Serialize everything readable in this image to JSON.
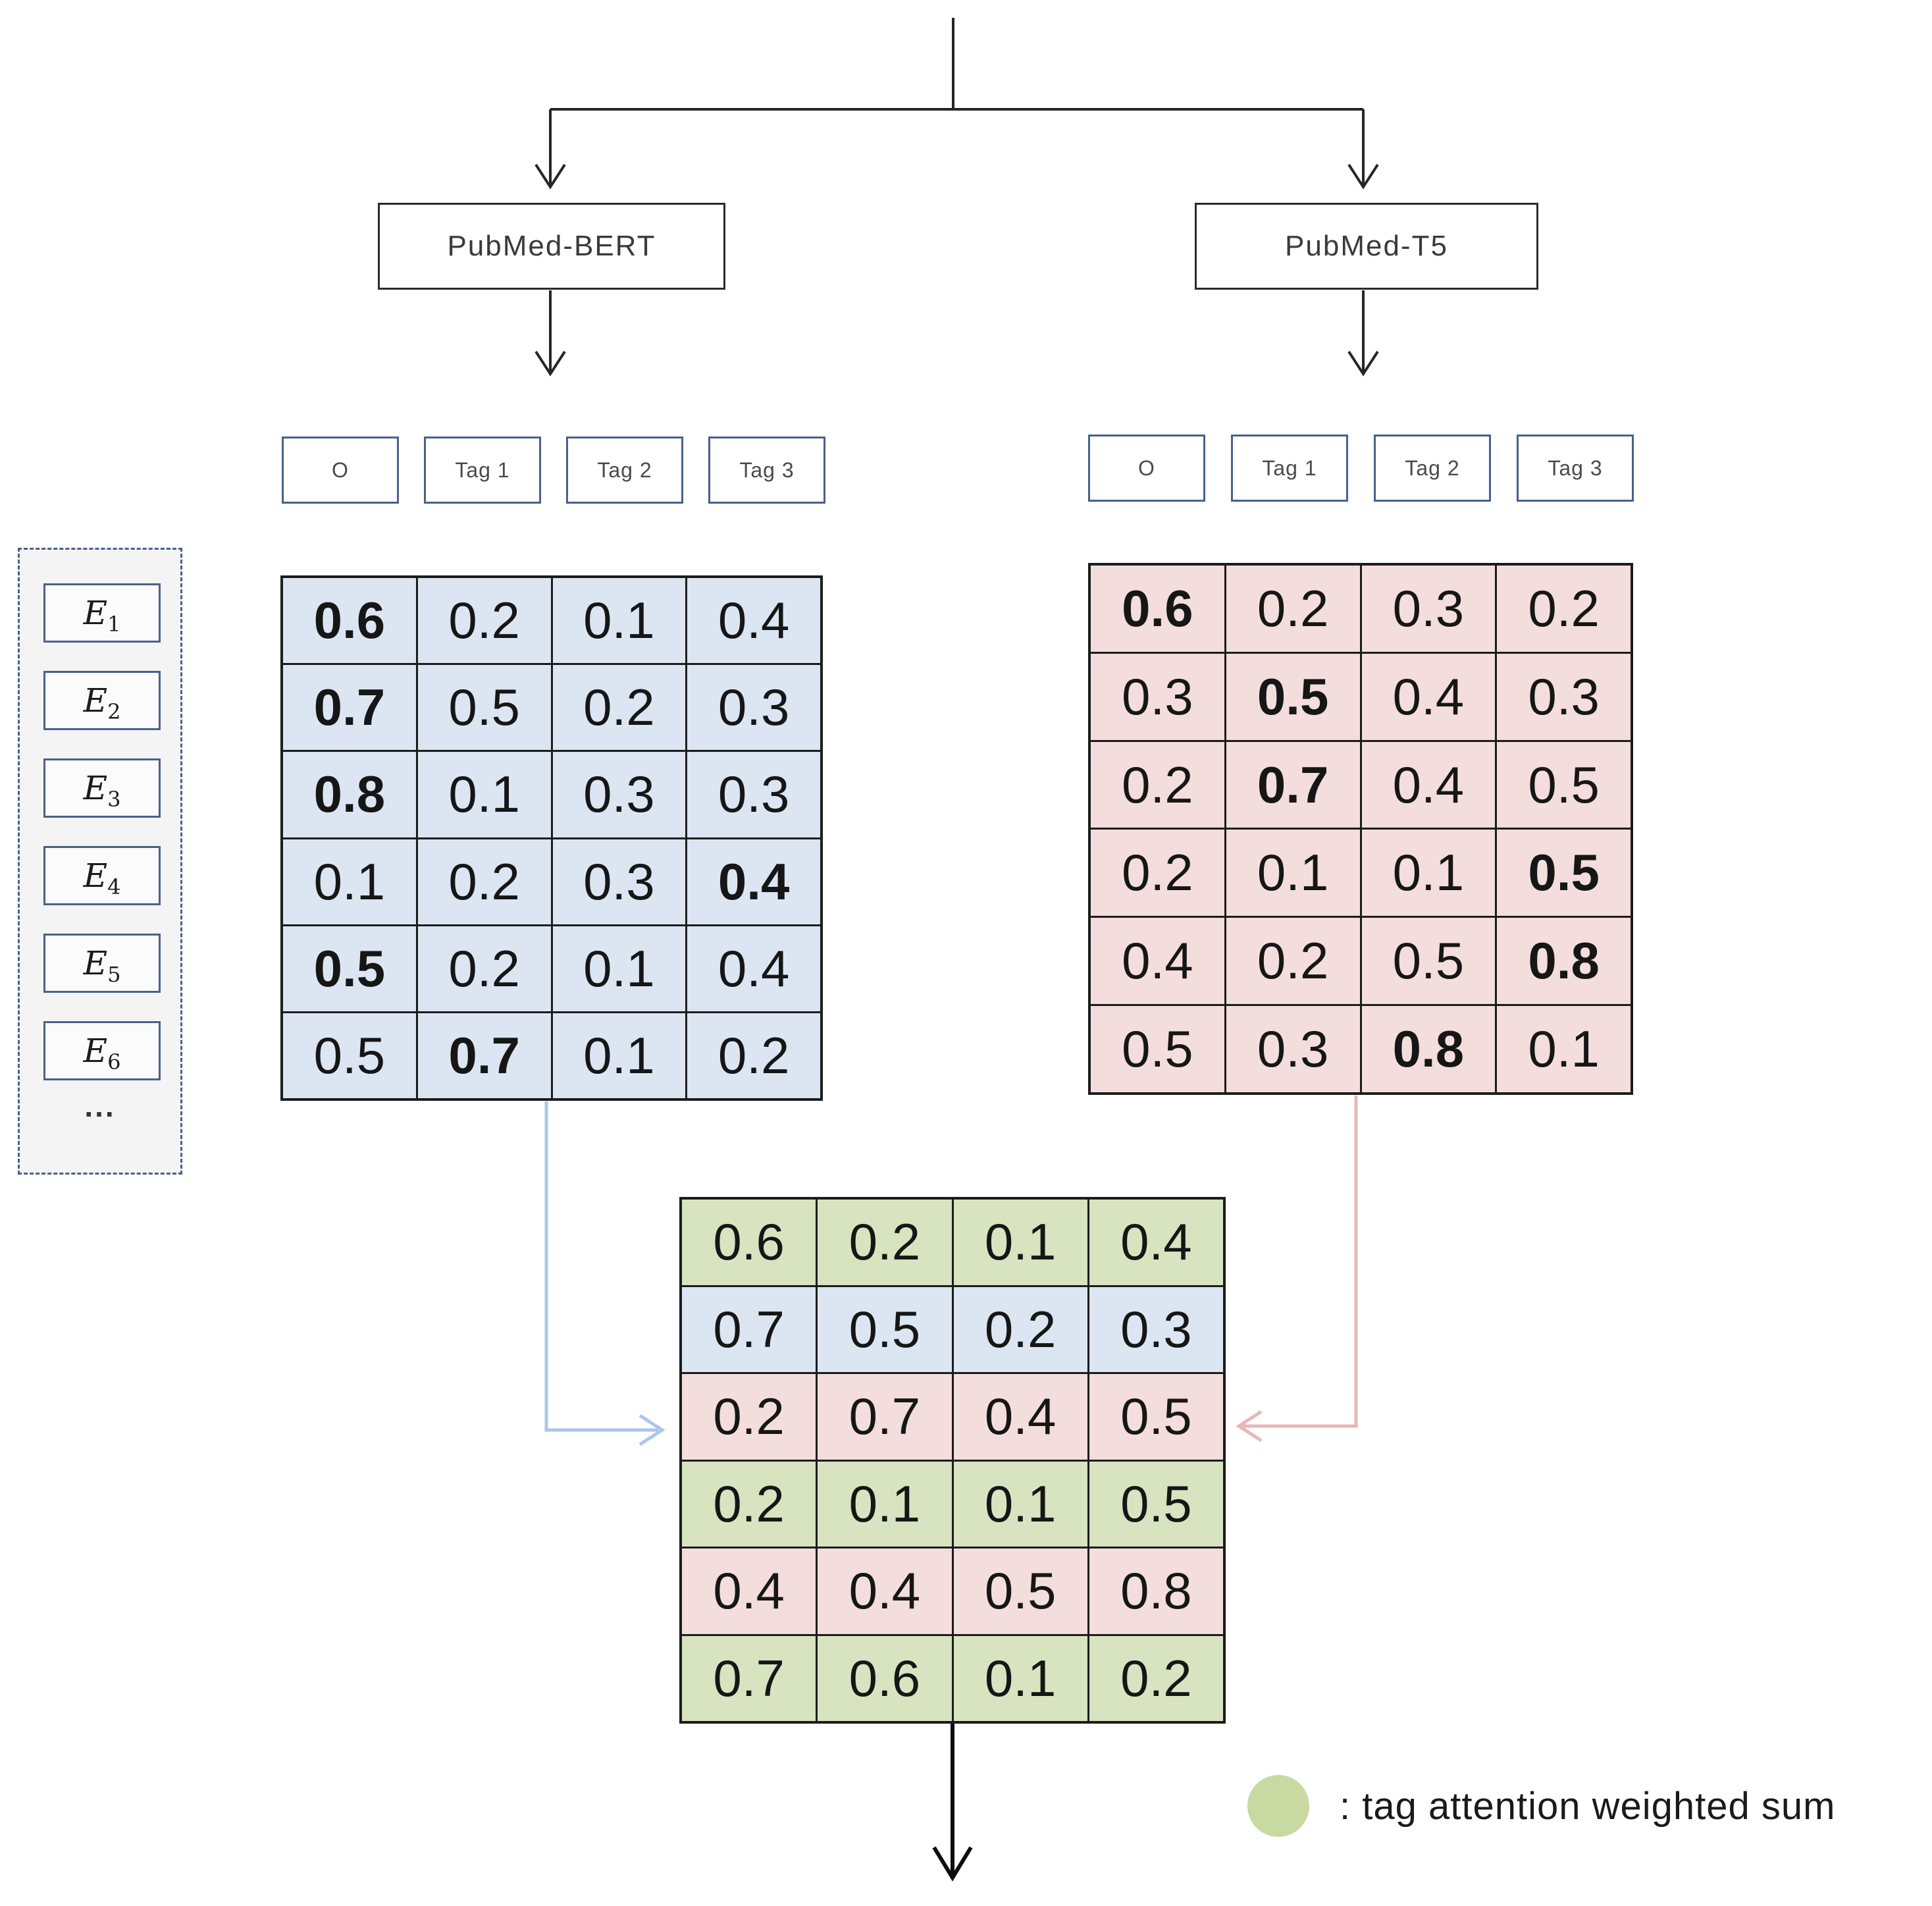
{
  "models": {
    "left_label": "PubMed-BERT",
    "right_label": "PubMed-T5"
  },
  "tags": [
    "O",
    "Tag 1",
    "Tag 2",
    "Tag 3"
  ],
  "embeddings": {
    "items": [
      {
        "base": "E",
        "sub": "1"
      },
      {
        "base": "E",
        "sub": "2"
      },
      {
        "base": "E",
        "sub": "3"
      },
      {
        "base": "E",
        "sub": "4"
      },
      {
        "base": "E",
        "sub": "5"
      },
      {
        "base": "E",
        "sub": "6"
      }
    ],
    "ellipsis": "..."
  },
  "matrices": {
    "bert": {
      "color": "blue",
      "rows": [
        [
          "0.6",
          "0.2",
          "0.1",
          "0.4"
        ],
        [
          "0.7",
          "0.5",
          "0.2",
          "0.3"
        ],
        [
          "0.8",
          "0.1",
          "0.3",
          "0.3"
        ],
        [
          "0.1",
          "0.2",
          "0.3",
          "0.4"
        ],
        [
          "0.5",
          "0.2",
          "0.1",
          "0.4"
        ],
        [
          "0.5",
          "0.7",
          "0.1",
          "0.2"
        ]
      ],
      "bold": [
        [
          0,
          0
        ],
        [
          1,
          0
        ],
        [
          2,
          0
        ],
        [
          3,
          3
        ],
        [
          4,
          0
        ],
        [
          5,
          1
        ]
      ]
    },
    "t5": {
      "color": "pink",
      "rows": [
        [
          "0.6",
          "0.2",
          "0.3",
          "0.2"
        ],
        [
          "0.3",
          "0.5",
          "0.4",
          "0.3"
        ],
        [
          "0.2",
          "0.7",
          "0.4",
          "0.5"
        ],
        [
          "0.2",
          "0.1",
          "0.1",
          "0.5"
        ],
        [
          "0.4",
          "0.2",
          "0.5",
          "0.8"
        ],
        [
          "0.5",
          "0.3",
          "0.8",
          "0.1"
        ]
      ],
      "bold": [
        [
          0,
          0
        ],
        [
          1,
          1
        ],
        [
          2,
          1
        ],
        [
          3,
          3
        ],
        [
          4,
          3
        ],
        [
          5,
          2
        ]
      ]
    },
    "combined": {
      "row_colors": [
        "green",
        "blue",
        "pink",
        "green",
        "pink",
        "green"
      ],
      "rows": [
        [
          "0.6",
          "0.2",
          "0.1",
          "0.4"
        ],
        [
          "0.7",
          "0.5",
          "0.2",
          "0.3"
        ],
        [
          "0.2",
          "0.7",
          "0.4",
          "0.5"
        ],
        [
          "0.2",
          "0.1",
          "0.1",
          "0.5"
        ],
        [
          "0.4",
          "0.4",
          "0.5",
          "0.8"
        ],
        [
          "0.7",
          "0.6",
          "0.1",
          "0.2"
        ]
      ],
      "bold": []
    }
  },
  "legend": {
    "label": ": tag attention weighted sum"
  },
  "colors": {
    "blue_cell": "#dce6f2",
    "pink_cell": "#f3dedd",
    "green_cell": "#d8e3c0",
    "blue_arrow": "#a9c7e9",
    "pink_arrow": "#e9b6b6",
    "legend_circle": "#c8d9a1",
    "tag_border": "#47618c",
    "line": "#262626"
  }
}
